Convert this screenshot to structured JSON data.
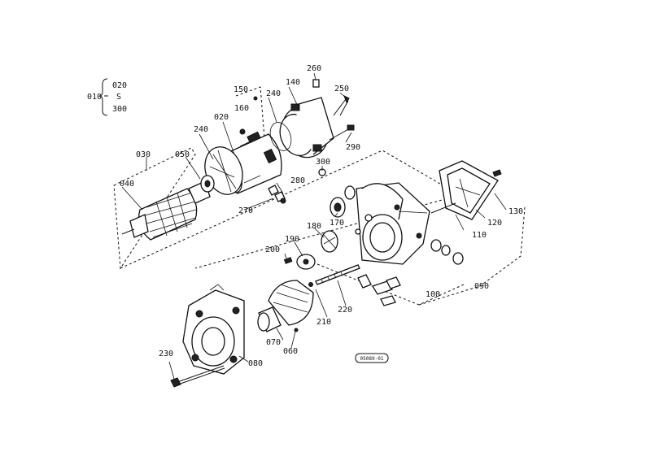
{
  "parts": {
    "p010": "010",
    "p020a": "020",
    "tilde": "S",
    "p300": "300",
    "p020b": "020",
    "p030": "030",
    "p040": "040",
    "p050": "050",
    "p060": "060",
    "p070": "070",
    "p080": "080",
    "p090": "090",
    "p100": "100",
    "p110": "110",
    "p120": "120",
    "p130": "130",
    "p140": "140",
    "p150": "150",
    "p160": "160",
    "p170": "170",
    "p180": "180",
    "p190": "190",
    "p200": "200",
    "p210": "210",
    "p220": "220",
    "p230": "230",
    "p240a": "240",
    "p240b": "240",
    "p250": "250",
    "p260": "260",
    "p270": "270",
    "p280": "280",
    "p290": "290",
    "p300b": "300"
  },
  "ref_code": "05089-01"
}
